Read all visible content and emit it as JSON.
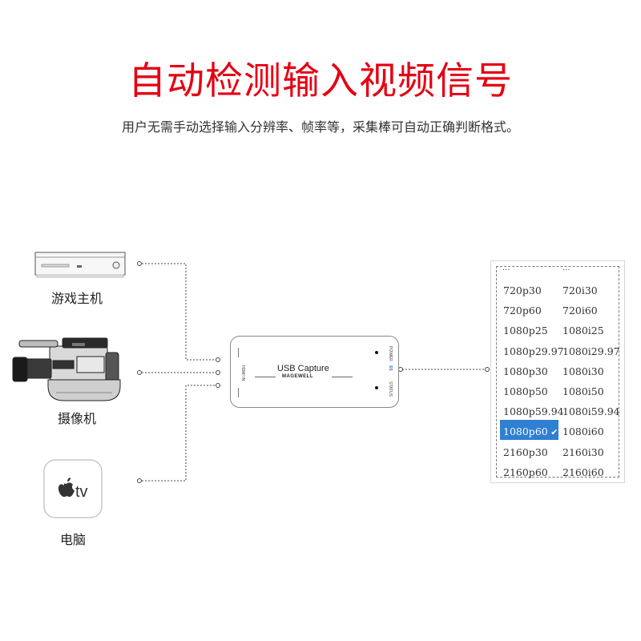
{
  "header": {
    "title": "自动检测输入视频信号",
    "subtitle": "用户无需手动选择输入分辨率、帧率等，采集棒可自动正确判断格式。"
  },
  "sources": [
    {
      "label": "游戏主机",
      "icon": "game-console-icon"
    },
    {
      "label": "摄像机",
      "icon": "camcorder-icon"
    },
    {
      "label": "电脑",
      "icon": "apple-tv-icon",
      "icon_text": "tv"
    }
  ],
  "capture_device": {
    "title": "USB Capture",
    "brand": "MAGEWELL",
    "status_label": "STATUS",
    "power_label": "POWER",
    "port_label": "SS",
    "side_label": "HDMI IN"
  },
  "resolutions": {
    "more_marker": "...",
    "rows": [
      [
        "720p30",
        "720i30"
      ],
      [
        "720p60",
        "720i60"
      ],
      [
        "1080p25",
        "1080i25"
      ],
      [
        "1080p29.97",
        "1080i29.97"
      ],
      [
        "1080p30",
        "1080i30"
      ],
      [
        "1080p50",
        "1080i50"
      ],
      [
        "1080p59.94",
        "1080i59.94"
      ],
      [
        "1080p60",
        "1080i60"
      ],
      [
        "2160p30",
        "2160i30"
      ],
      [
        "2160p60",
        "2160i60"
      ]
    ],
    "selected": "1080p60",
    "selected_color": "#2f7fd2"
  },
  "colors": {
    "title": "#e50012",
    "wire": "#444444"
  }
}
